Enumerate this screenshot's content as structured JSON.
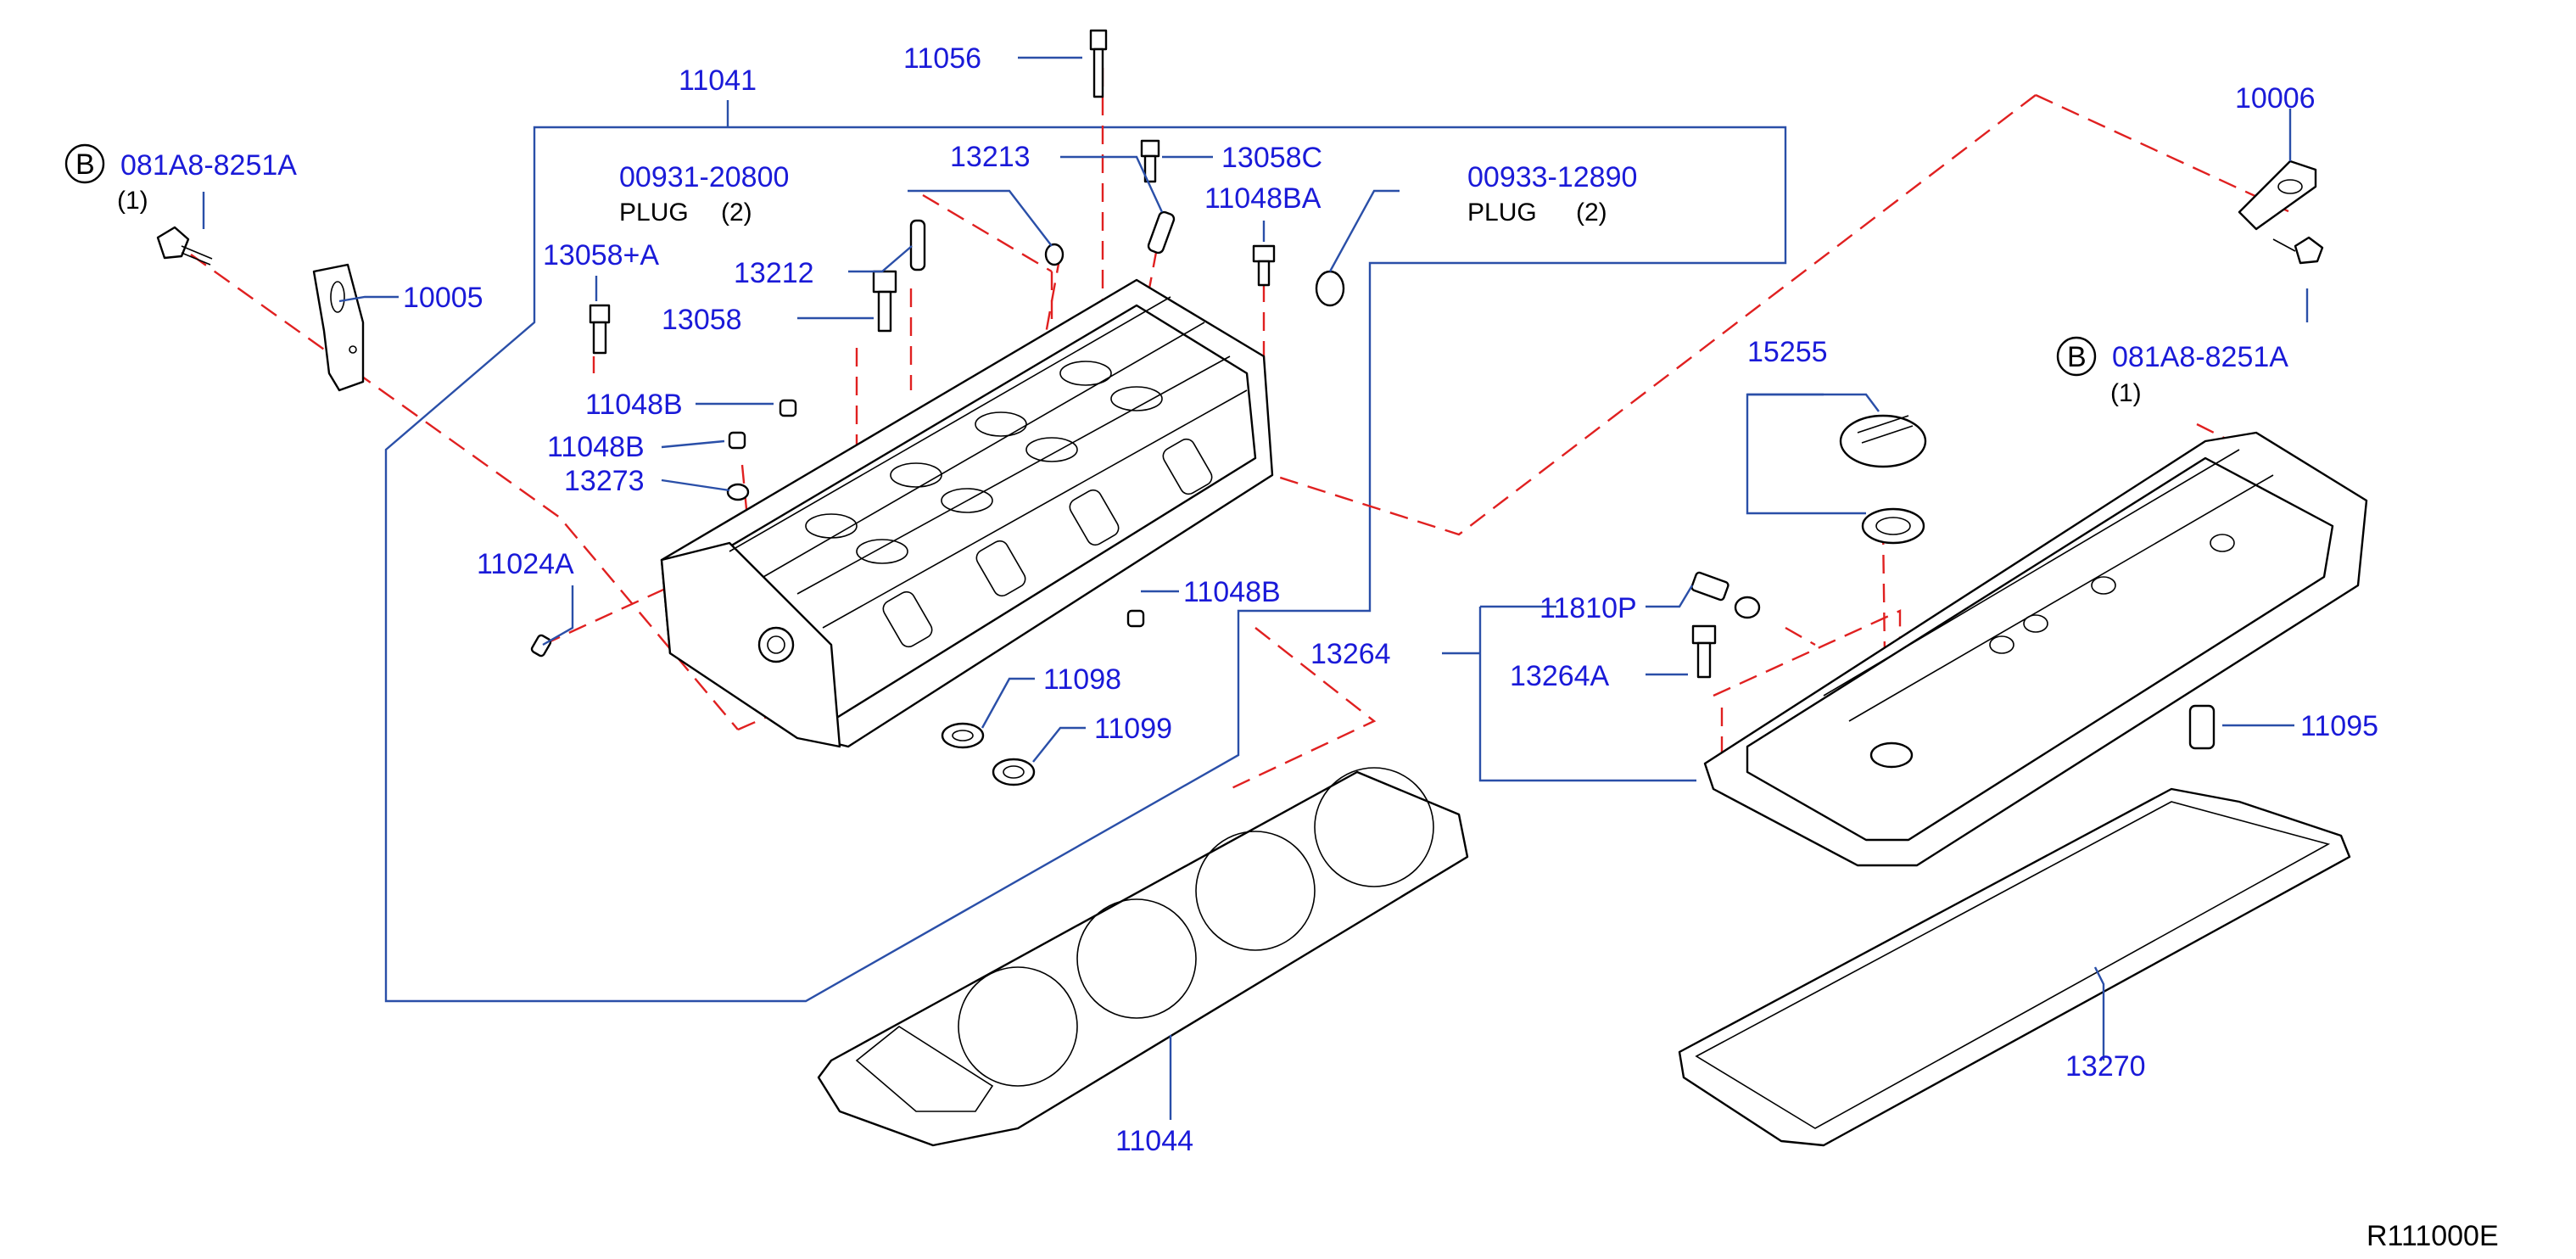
{
  "diagram": {
    "reference_code": "R111000E",
    "callouts": {
      "p11041": "11041",
      "p11056": "11056",
      "p13213": "13213",
      "p13058C": "13058C",
      "p00931": "00931-20800",
      "p00931_plug": "PLUG",
      "p00931_qty": "(2)",
      "p00933": "00933-12890",
      "p00933_plug": "PLUG",
      "p00933_qty": "(2)",
      "p11048BA": "11048BA",
      "p13058A": "13058+A",
      "p13212": "13212",
      "p13058": "13058",
      "p10005": "10005",
      "p081A8_left": "081A8-8251A",
      "p081A8_left_qty": "(1)",
      "p081A8_left_b": "B",
      "p11048B_1": "11048B",
      "p11048B_2": "11048B",
      "p13273": "13273",
      "p11024A": "11024A",
      "p11048B_3": "11048B",
      "p11098": "11098",
      "p11099": "11099",
      "p13264": "13264",
      "p11044": "11044",
      "p10006": "10006",
      "p081A8_right": "081A8-8251A",
      "p081A8_right_qty": "(1)",
      "p081A8_right_b": "B",
      "p15255": "15255",
      "p11810P": "11810P",
      "p13264A": "13264A",
      "p11095": "11095",
      "p13270": "13270"
    },
    "colors": {
      "part_number": "#1a1ad8",
      "leader_line": "#2a4fa8",
      "assembly_dash": "#e02020",
      "line_art": "#000000"
    }
  }
}
